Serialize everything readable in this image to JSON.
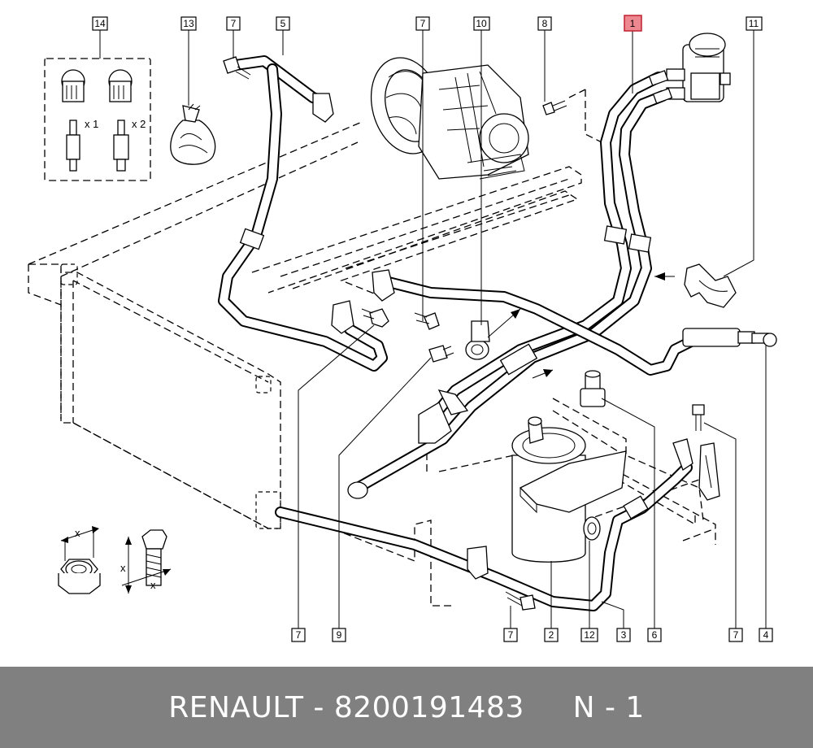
{
  "diagram": {
    "title": "Air conditioning circuit - exploded parts diagram",
    "callouts": [
      {
        "id": "c14",
        "label": "14",
        "highlight": false
      },
      {
        "id": "c13",
        "label": "13",
        "highlight": false
      },
      {
        "id": "c7a",
        "label": "7",
        "highlight": false
      },
      {
        "id": "c5",
        "label": "5",
        "highlight": false
      },
      {
        "id": "c7b",
        "label": "7",
        "highlight": false
      },
      {
        "id": "c10",
        "label": "10",
        "highlight": false
      },
      {
        "id": "c8",
        "label": "8",
        "highlight": false
      },
      {
        "id": "c1",
        "label": "1",
        "highlight": true
      },
      {
        "id": "c11",
        "label": "11",
        "highlight": false
      },
      {
        "id": "c7c",
        "label": "7",
        "highlight": false
      },
      {
        "id": "c9",
        "label": "9",
        "highlight": false
      },
      {
        "id": "c7d",
        "label": "7",
        "highlight": false
      },
      {
        "id": "c2",
        "label": "2",
        "highlight": false
      },
      {
        "id": "c12",
        "label": "12",
        "highlight": false
      },
      {
        "id": "c3",
        "label": "3",
        "highlight": false
      },
      {
        "id": "c6",
        "label": "6",
        "highlight": false
      },
      {
        "id": "c7e",
        "label": "7",
        "highlight": false
      },
      {
        "id": "c4",
        "label": "4",
        "highlight": false
      }
    ],
    "valve_qty_1": "x 1",
    "valve_qty_2": "x 2",
    "dim_x": "x"
  },
  "footer": {
    "text": "RENAULT - 8200191483     N - 1"
  },
  "colors": {
    "highlight": "#ee8890",
    "footer_bg": "#808080",
    "footer_text": "#ffffff"
  }
}
